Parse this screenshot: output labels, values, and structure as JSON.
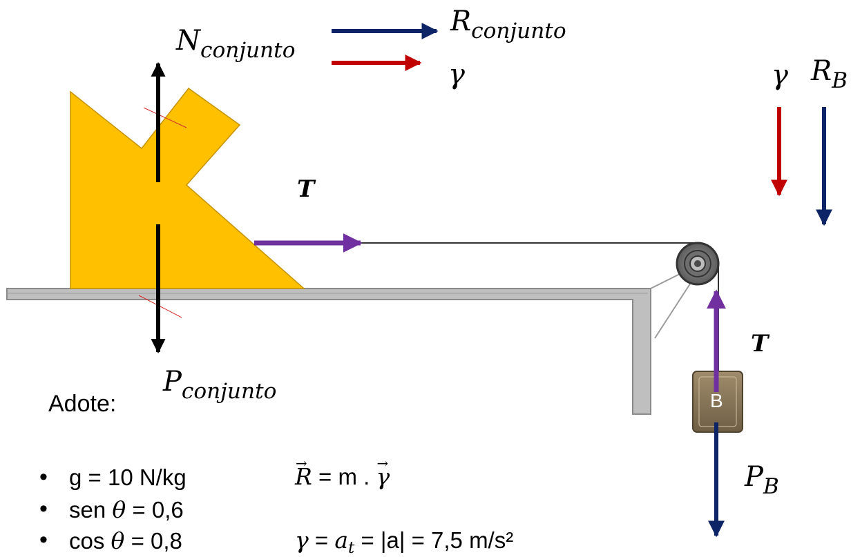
{
  "labels": {
    "n_conjunto": {
      "main": "N",
      "sub": "conjunto"
    },
    "p_conjunto": {
      "main": "P",
      "sub": "conjunto"
    },
    "r_conjunto": {
      "main": "R",
      "sub": "conjunto"
    },
    "gamma_top": "γ",
    "gamma_right": "γ",
    "r_b": {
      "main": "R",
      "sub": "B"
    },
    "p_b": {
      "main": "P",
      "sub": "B"
    },
    "tension_horizontal": "T",
    "tension_vertical": "T",
    "block_b": "B"
  },
  "adote": {
    "title": "Adote:",
    "items": [
      {
        "prefix": "g = 10 N/kg",
        "symbol": "",
        "suffix": ""
      },
      {
        "prefix": "sen ",
        "symbol": "θ",
        "suffix": " = 0,6"
      },
      {
        "prefix": "cos ",
        "symbol": "θ",
        "suffix": " = 0,8"
      }
    ]
  },
  "equations": {
    "newton": {
      "lhs": "R",
      "mid": " = m . ",
      "rhs": "γ"
    },
    "accel": {
      "gamma": "γ",
      "eq1": " = ",
      "a": "a",
      "a_sub": "t",
      "rest": " = |a| = 7,5 m/s²"
    }
  },
  "colors": {
    "navy": "#0d2466",
    "red": "#c00000",
    "purple": "#7030a0",
    "black": "#000000",
    "wedge_fill": "#ffc000",
    "surface_gray": "#bfbfbf",
    "block_fill": "#8b7a5e"
  }
}
